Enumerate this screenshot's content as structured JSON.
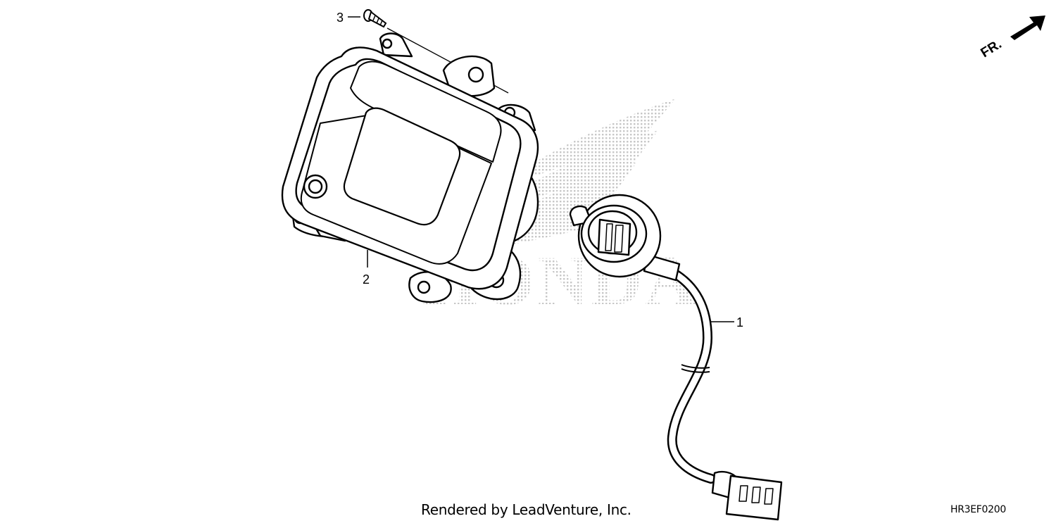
{
  "diagram": {
    "callouts": [
      {
        "id": "1",
        "label": "1"
      },
      {
        "id": "2",
        "label": "2"
      },
      {
        "id": "3",
        "label": "3"
      }
    ],
    "front_indicator": "FR.",
    "watermark_text": "HONDA"
  },
  "footer": {
    "credit": "Rendered by LeadVenture, Inc.",
    "code": "HR3EF0200"
  }
}
